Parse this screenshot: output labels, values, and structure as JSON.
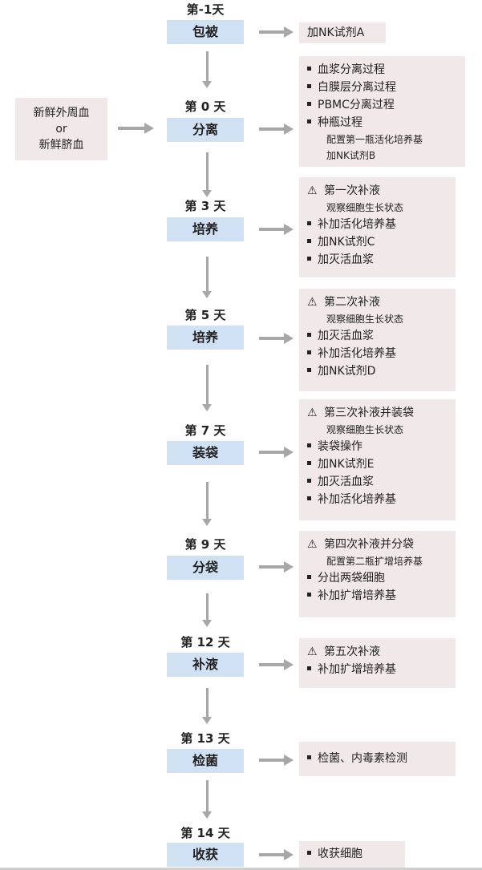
{
  "source": {
    "line1": "新鲜外周血",
    "line2": "or",
    "line3": "新鲜脐血"
  },
  "stages": [
    {
      "day": "第-1天",
      "label": "包被"
    },
    {
      "day": "第 0 天",
      "label": "分离"
    },
    {
      "day": "第 3 天",
      "label": "培养"
    },
    {
      "day": "第 5 天",
      "label": "培养"
    },
    {
      "day": "第 7 天",
      "label": "装袋"
    },
    {
      "day": "第 9 天",
      "label": "分袋"
    },
    {
      "day": "第 12 天",
      "label": "补液"
    },
    {
      "day": "第 13 天",
      "label": "检菌"
    },
    {
      "day": "第 14 天",
      "label": "收获"
    }
  ],
  "notes": {
    "n0": {
      "text": "加NK试剂A"
    },
    "n1": {
      "b1": "血浆分离过程",
      "b2": "白膜层分离过程",
      "b3": "PBMC分离过程",
      "b4": "种瓶过程",
      "s1": "配置第一瓶活化培养基",
      "s2": "加NK试剂B"
    },
    "n2": {
      "warn": "第一次补液",
      "sub": "观察细胞生长状态",
      "b1": "补加活化培养基",
      "b2": "加NK试剂C",
      "b3": "加灭活血浆"
    },
    "n3": {
      "warn": "第二次补液",
      "sub": "观察细胞生长状态",
      "b1": "加灭活血浆",
      "b2": "补加活化培养基",
      "b3": "加NK试剂D"
    },
    "n4": {
      "warn": "第三次补液并装袋",
      "sub": "观察细胞生长状态",
      "b1": "装袋操作",
      "b2": "加NK试剂E",
      "b3": "加灭活血浆",
      "b4": "补加活化培养基"
    },
    "n5": {
      "warn": "第四次补液并分袋",
      "sub": "配置第二瓶扩增培养基",
      "b1": "分出两袋细胞",
      "b2": "补加扩增培养基"
    },
    "n6": {
      "warn": "第五次补液",
      "b1": "补加扩增培养基"
    },
    "n7": {
      "b1": "检菌、内毒素检测"
    },
    "n8": {
      "b1": "收获细胞"
    }
  }
}
